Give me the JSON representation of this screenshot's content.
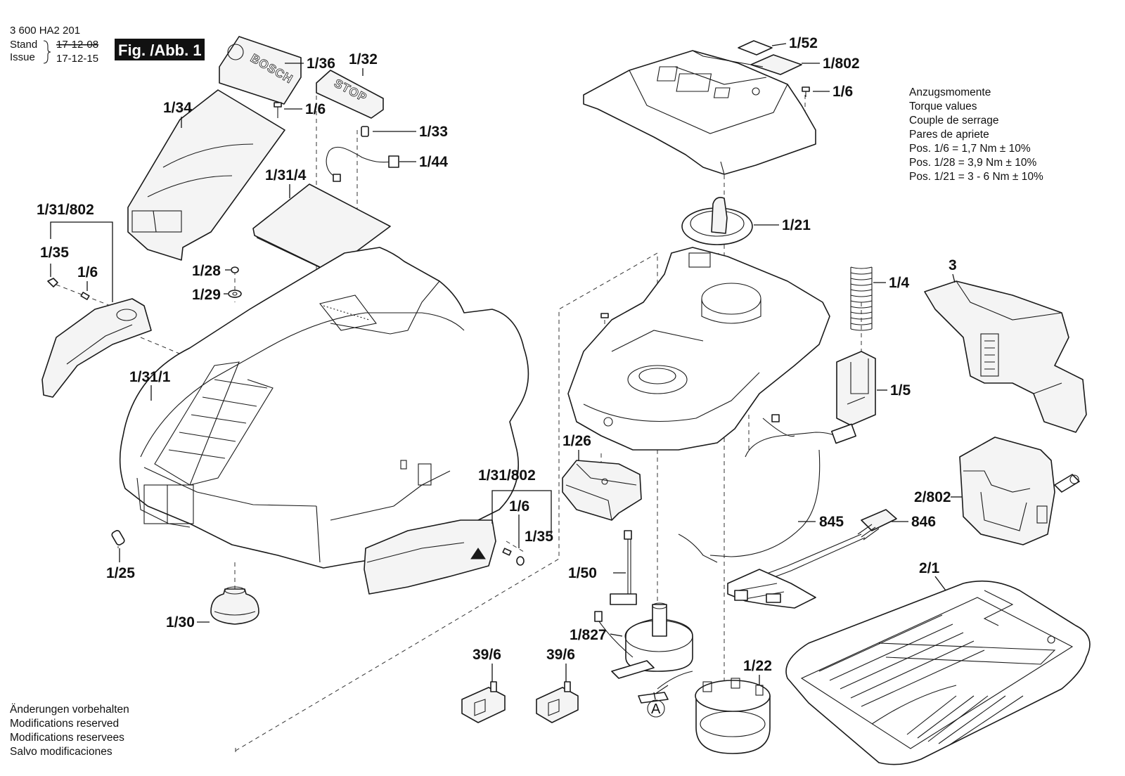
{
  "header": {
    "doc_number": "3 600 HA2 201",
    "stand_label": "Stand",
    "issue_label": "Issue",
    "stand_date": "17-12-08",
    "issue_date": "17-12-15",
    "figure_label": "Fig. /Abb. 1"
  },
  "torque": {
    "title_de": "Anzugsmomente",
    "title_en": "Torque values",
    "title_fr": "Couple de serrage",
    "title_es": "Pares de apriete",
    "rows": [
      "Pos. 1/6   = 1,7 Nm  ± 10%",
      "Pos. 1/28 = 3,9 Nm  ± 10%",
      "Pos. 1/21 = 3 - 6 Nm  ± 10%"
    ]
  },
  "footer": {
    "lines": [
      "Änderungen vorbehalten",
      "Modifications reserved",
      "Modifications reservees",
      "Salvo modificaciones"
    ]
  },
  "embossed": {
    "brand": "BOSCH",
    "stop": "STOP"
  },
  "callouts": {
    "c_1_36": "1/36",
    "c_1_32": "1/32",
    "c_1_34": "1/34",
    "c_1_6_a": "1/6",
    "c_1_33": "1/33",
    "c_1_44": "1/44",
    "c_1_31_4": "1/31/4",
    "c_1_31_802_a": "1/31/802",
    "c_1_35_a": "1/35",
    "c_1_6_b": "1/6",
    "c_1_28": "1/28",
    "c_1_29": "1/29",
    "c_1_31_1": "1/31/1",
    "c_1_25": "1/25",
    "c_1_30": "1/30",
    "c_1_31_802_b": "1/31/802",
    "c_1_6_c": "1/6",
    "c_1_35_b": "1/35",
    "c_1_52": "1/52",
    "c_1_802": "1/802",
    "c_1_6_d": "1/6",
    "c_1_21": "1/21",
    "c_1_4": "1/4",
    "c_3": "3",
    "c_1_5": "1/5",
    "c_1_26": "1/26",
    "c_2_802": "2/802",
    "c_845": "845",
    "c_846": "846",
    "c_1_50": "1/50",
    "c_2_1": "2/1",
    "c_1_827": "1/827",
    "c_39_6_a": "39/6",
    "c_39_6_b": "39/6",
    "c_1_22": "1/22",
    "c_A": "A"
  }
}
